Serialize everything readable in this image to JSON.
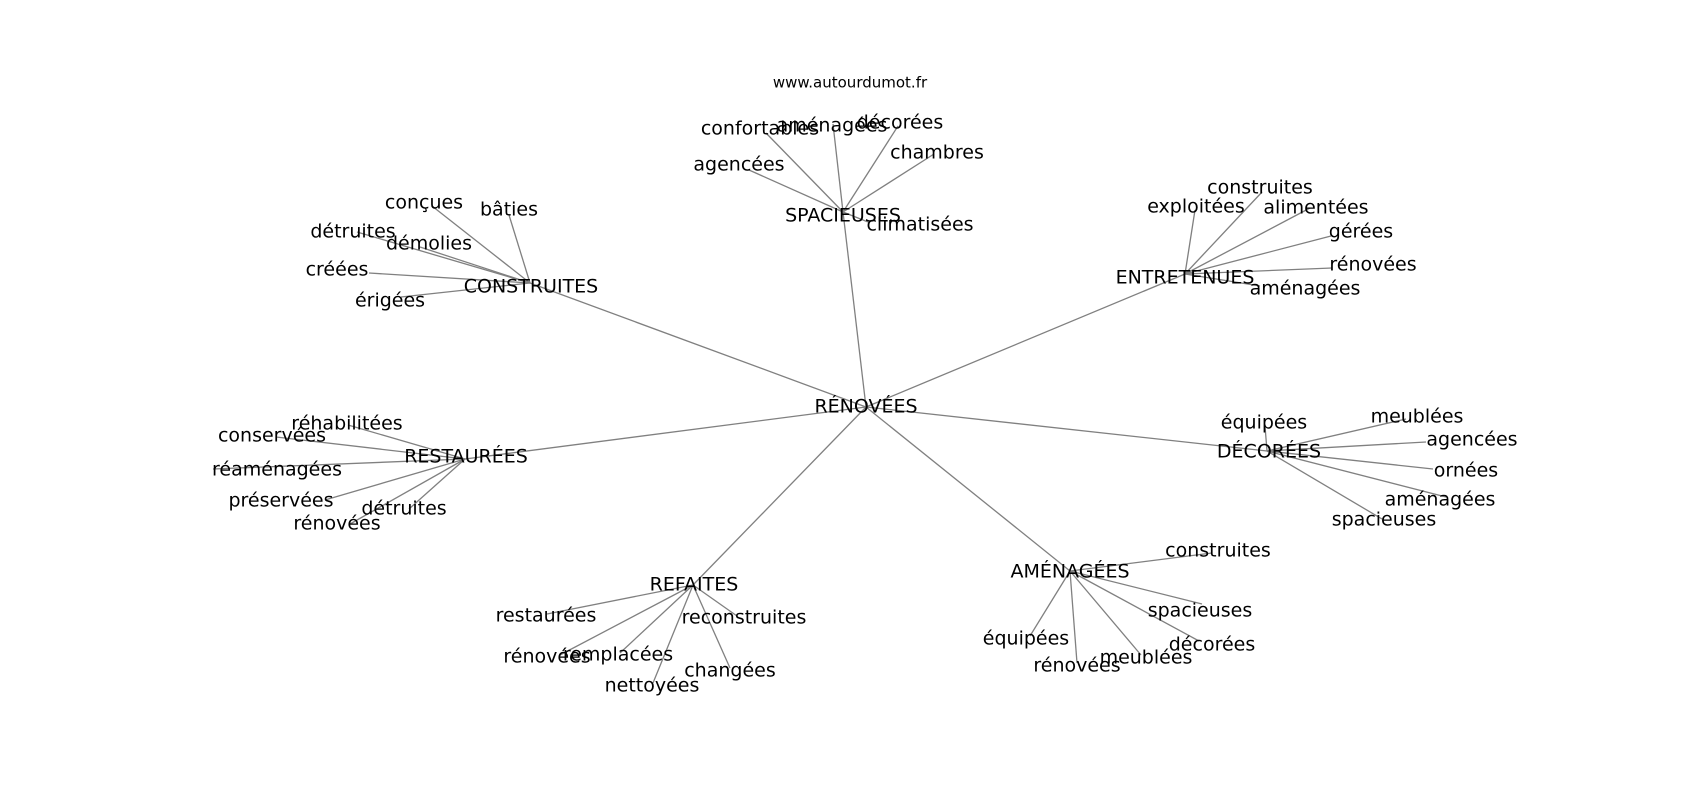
{
  "watermark": "www.autourdumot.fr",
  "colors": {
    "edge": "#808080",
    "text": "#000000",
    "background": "#ffffff"
  },
  "center": "RÉNOVÉES",
  "clusters": [
    {
      "id": "spacieuses",
      "label": "SPACIEUSES",
      "words": [
        "confortables",
        "aménagées",
        "décorées",
        "chambres",
        "agencées",
        "climatisées"
      ]
    },
    {
      "id": "construites",
      "label": "CONSTRUITES",
      "words": [
        "conçues",
        "bâties",
        "détruites",
        "démolies",
        "créées",
        "érigées"
      ]
    },
    {
      "id": "entretenues",
      "label": "ENTRETENUES",
      "words": [
        "construites",
        "exploitées",
        "alimentées",
        "gérées",
        "rénovées",
        "aménagées"
      ]
    },
    {
      "id": "restaurees",
      "label": "RESTAURÉES",
      "words": [
        "réhabilitées",
        "conservées",
        "réaménagées",
        "préservées",
        "détruites",
        "rénovées"
      ]
    },
    {
      "id": "decorees",
      "label": "DÉCORÉES",
      "words": [
        "équipées",
        "meublées",
        "agencées",
        "ornées",
        "aménagées",
        "spacieuses"
      ]
    },
    {
      "id": "refaites",
      "label": "REFAITES",
      "words": [
        "restaurées",
        "reconstruites",
        "rénovées",
        "remplacées",
        "changées",
        "nettoyées"
      ]
    },
    {
      "id": "amenagees",
      "label": "AMÉNAGÉES",
      "words": [
        "construites",
        "spacieuses",
        "équipées",
        "décorées",
        "rénovées",
        "meublées"
      ]
    }
  ]
}
